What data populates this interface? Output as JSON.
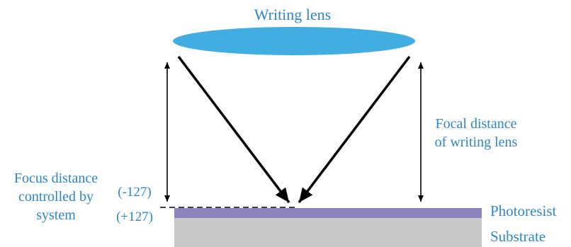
{
  "diagram": {
    "lens_label": "Writing lens",
    "focal_label_line1": "Focal distance",
    "focal_label_line2": "of writing lens",
    "focus_label_line1": "Focus distance",
    "focus_label_line2": "controlled by",
    "focus_label_line3": "system",
    "minus_value": "(-127)",
    "plus_value": "(+127)",
    "photoresist_label": "Photoresist",
    "substrate_label": "Substrate"
  },
  "colors": {
    "lens": "#41ade0",
    "label_text": "#2e86c9",
    "photoresist": "#8b84bd",
    "substrate": "#c8c8c8",
    "arrow": "#000000"
  }
}
